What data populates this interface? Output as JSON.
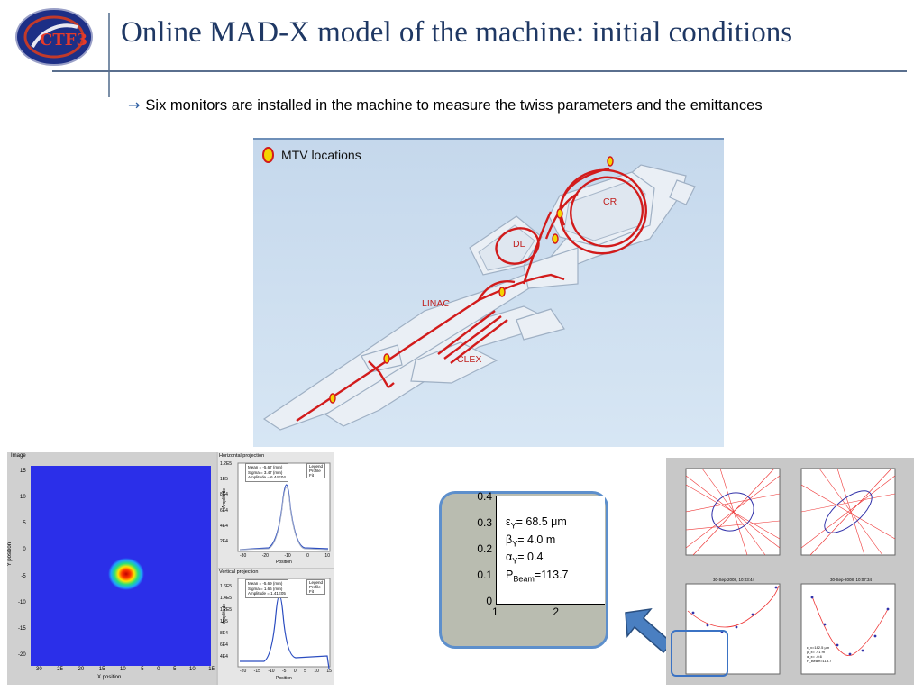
{
  "slide": {
    "title": "Online MAD-X model of  the machine: initial conditions",
    "bullet": "Six monitors are installed in the machine to measure the twiss parameters and the emittances",
    "arrow_glyph": "→"
  },
  "logo": {
    "text": "CTF3"
  },
  "map": {
    "legend": "MTV locations",
    "labels": {
      "cr": "CR",
      "dl": "DL",
      "linac": "LINAC",
      "clex": "CLEX"
    },
    "beam_color": "#d21b1b",
    "monitor_color": "#f4d400"
  },
  "profile_panel": {
    "image_title": "Image",
    "image_xlabel": "X position",
    "image_ylabel": "Y position",
    "image_xticks": [
      "-30",
      "-25",
      "-20",
      "-15",
      "-10",
      "-5",
      "0",
      "5",
      "10",
      "15"
    ],
    "image_yticks": [
      "15",
      "10",
      "5",
      "0",
      "-5",
      "-10",
      "-15",
      "-20"
    ],
    "hproj": {
      "title": "Horizontal projection",
      "stats": [
        "Mean = -5.67 (mm)",
        "Sigma = 3.47 (mm)",
        "Amplitude = 6.44E04"
      ],
      "legend": [
        "Legend",
        "Profile",
        "Fit"
      ],
      "yticks": [
        "1.2E5",
        "1E5",
        "8E4",
        "6E4",
        "4E4",
        "2E4"
      ],
      "xticks": [
        "-30",
        "-20",
        "-10",
        "0",
        "10"
      ],
      "xlabel": "Position",
      "ylabel": "Amplitude"
    },
    "vproj": {
      "title": "Vertical projection",
      "stats": [
        "Mean = -5.69 (mm)",
        "Sigma = 1.66 (mm)",
        "Amplitude = 1.41E05"
      ],
      "legend": [
        "Legend",
        "Profile",
        "Fit"
      ],
      "yticks": [
        "1.6E5",
        "1.4E5",
        "1.2E5",
        "1E5",
        "8E4",
        "6E4",
        "4E4"
      ],
      "xticks": [
        "-20",
        "-15",
        "-10",
        "-5",
        "0",
        "5",
        "10",
        "15"
      ],
      "xlabel": "Position",
      "ylabel": "Amplitude"
    }
  },
  "zoom_box": {
    "yticks": [
      "0.4",
      "0.3",
      "0.2",
      "0.1",
      "0"
    ],
    "xticks": [
      "1",
      "2"
    ],
    "params": [
      {
        "sym": "ε",
        "sub": "Y",
        "val": "= 68.5 μm"
      },
      {
        "sym": "β",
        "sub": "Y",
        "val": "=  4.0 m"
      },
      {
        "sym": "α",
        "sub": "Y",
        "val": "=  0.4"
      },
      {
        "sym": "P",
        "sub": "Beam",
        "val": "=113.7"
      }
    ]
  },
  "grid_panel": {
    "plot3_title": "30-Sep-2008, 10:03:44",
    "plot4_title": "30-Sep-2008, 10:07:34",
    "plot4_params": [
      "ε_x=182.5 μm",
      "β_x= 7.1 m",
      "α_x= -0.6",
      "P_Beam=113.7"
    ]
  }
}
